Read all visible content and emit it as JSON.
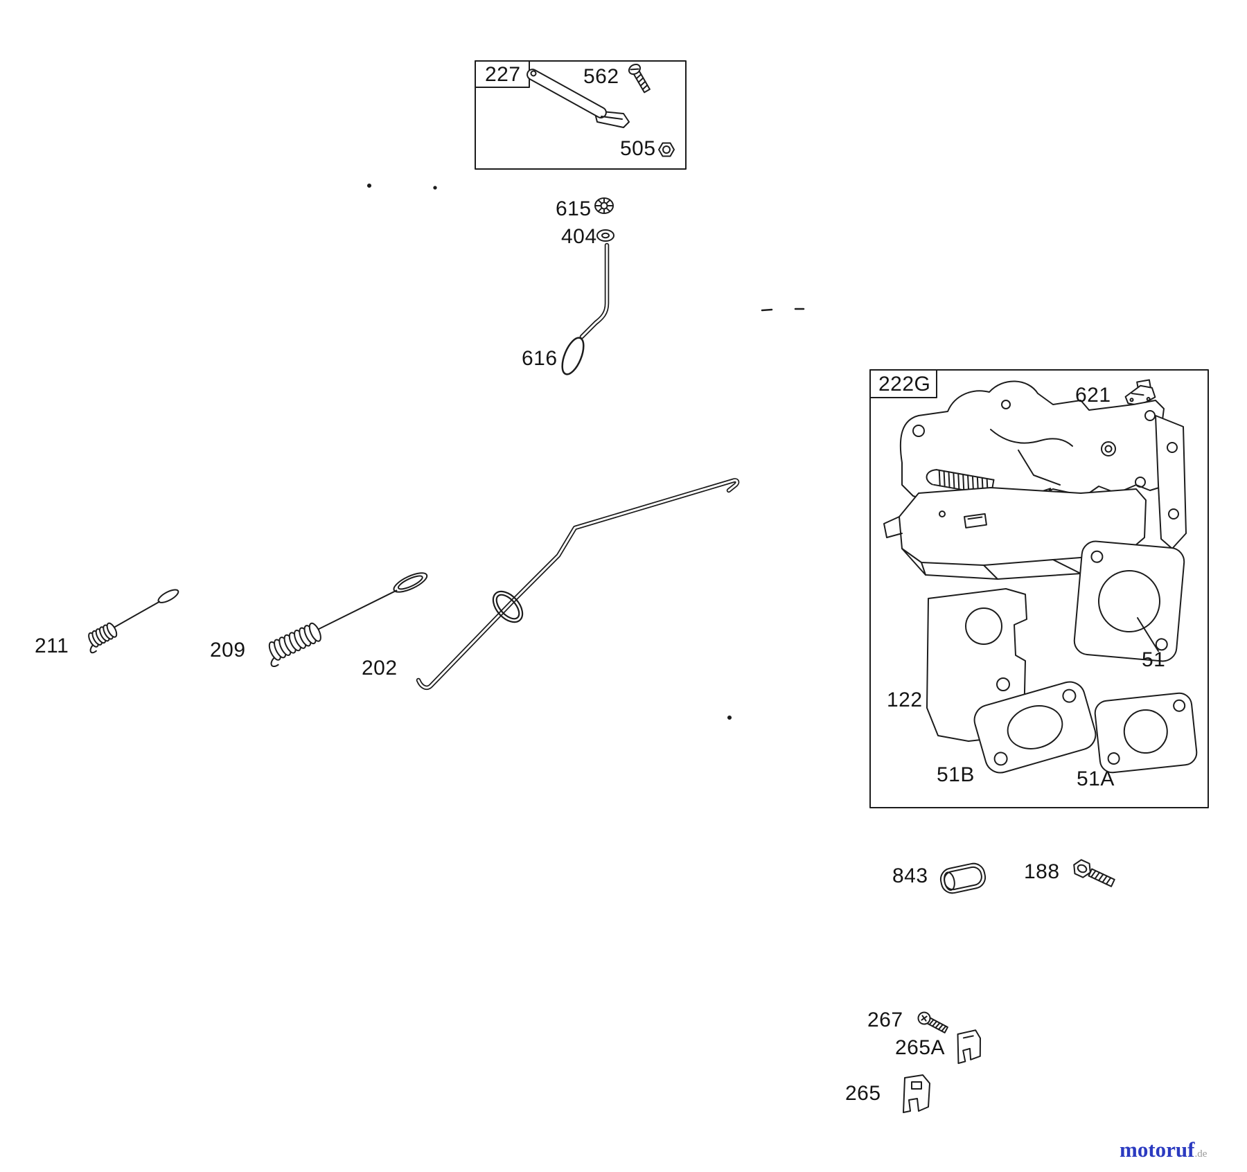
{
  "labels": {
    "g227": "227",
    "p562": "562",
    "p505": "505",
    "p615": "615",
    "p404": "404",
    "p616": "616",
    "g222g": "222G",
    "p621": "621",
    "p211": "211",
    "p209": "209",
    "p202": "202",
    "p122": "122",
    "p51": "51",
    "p51b": "51B",
    "p51a": "51A",
    "p843": "843",
    "p188": "188",
    "p267": "267",
    "p265a": "265A",
    "p265": "265"
  },
  "watermark": {
    "brand": "motoruf",
    "suffix": ".de"
  },
  "colors": {
    "ink": "#1c1c1c",
    "paper": "#ffffff",
    "watermark_blue": "#2b3ac0",
    "watermark_gray": "#9a9a9a"
  }
}
